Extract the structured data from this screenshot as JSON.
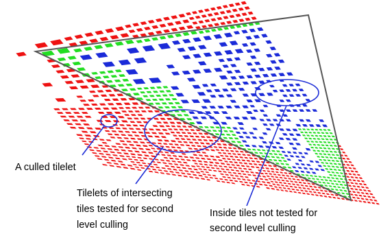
{
  "labels": {
    "culled_tilelet": "A culled tilelet",
    "intersecting_line1": "Tilelets of intersecting",
    "intersecting_line2": "tiles tested for second",
    "intersecting_line3": "level culling",
    "inside_line1": "Inside tiles not tested for",
    "inside_line2": "second level culling"
  },
  "colors": {
    "culled": "#ee1111",
    "intersecting": "#22dd22",
    "inside": "#1a2ad8",
    "triangle_edge": "#555555",
    "callout": "#1b2bd6"
  }
}
